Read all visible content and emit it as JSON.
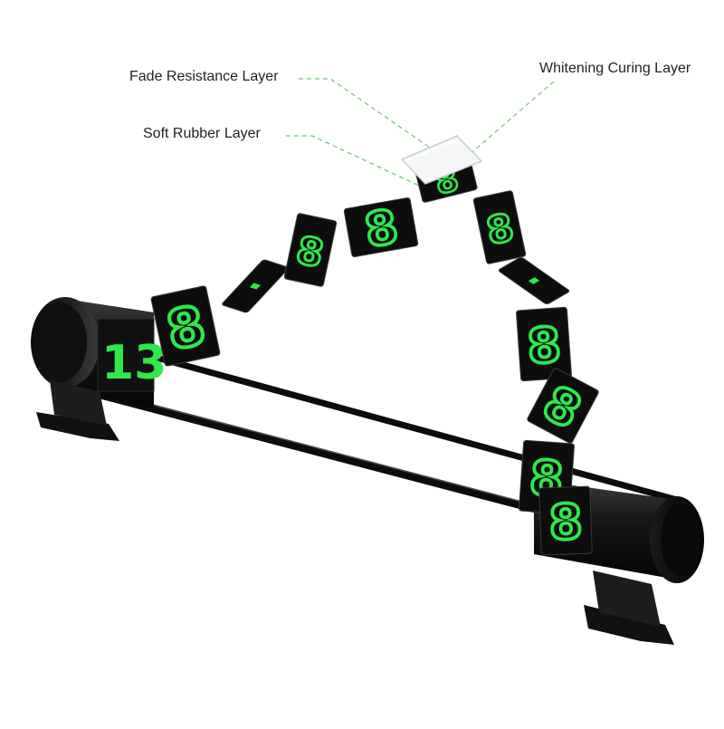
{
  "labels": {
    "fade_resistance": "Fade Resistance Layer",
    "soft_rubber": "Soft Rubber Layer",
    "whitening_curing": "Whitening Curing Layer"
  },
  "device": {
    "visible_number": "13",
    "flip_tile_digit": "8"
  },
  "colors": {
    "digit_green": "#2ee84a",
    "body_black": "#151515",
    "leader_line": "#6ccf6c",
    "label_text": "#222222"
  }
}
